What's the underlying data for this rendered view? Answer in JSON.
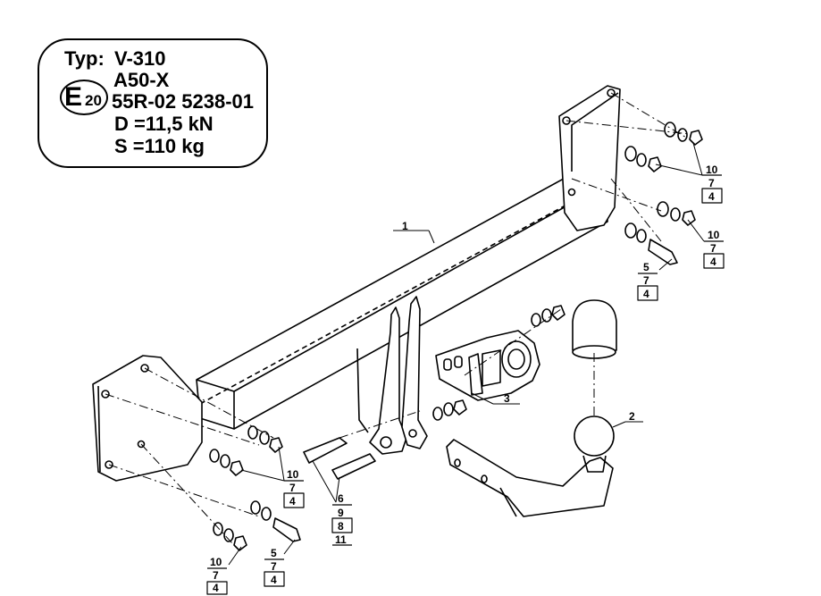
{
  "spec_box": {
    "typ_label": "Typ:",
    "typ_value": "V-310",
    "model": "A50-X",
    "approval_mark_letter": "E",
    "approval_mark_number": "20",
    "approval_line": "55R-02 5238-01",
    "d_value": "D =11,5 kN",
    "s_value": "S =110 kg"
  },
  "callouts": {
    "c_crossbar": "1",
    "c_ball": "2",
    "c_socket": "3",
    "top_nut_stack": [
      "10",
      "7",
      "4"
    ],
    "right_nut_stack": [
      "10",
      "7",
      "4"
    ],
    "right_bolt_stack": [
      "5",
      "7",
      "4"
    ],
    "mid_nut_stack": [
      "10",
      "7",
      "4"
    ],
    "center_bolt_stack": [
      "6",
      "9",
      "8",
      "11"
    ],
    "lower_bolt_stack": [
      "5",
      "7",
      "4"
    ],
    "bottom_nut_stack": [
      "10",
      "7",
      "4"
    ]
  }
}
